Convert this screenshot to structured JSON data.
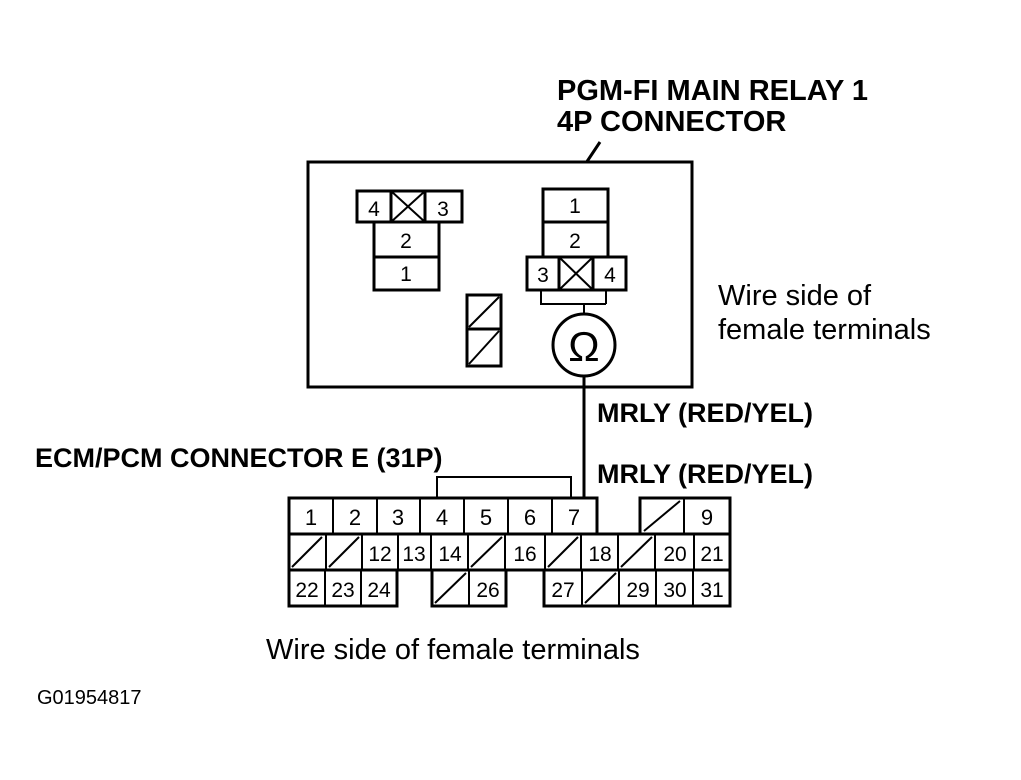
{
  "relay_title_line1": "PGM-FI MAIN RELAY 1",
  "relay_title_line2": "4P CONNECTOR",
  "relay_side_label_line1": "Wire side of",
  "relay_side_label_line2": "female terminals",
  "relay_fuse_socket": {
    "top_row": [
      "4",
      "3"
    ],
    "middle": "2",
    "bottom": "1"
  },
  "relay_connector": {
    "top": "1",
    "middle": "2",
    "bottom_row": [
      "3",
      "4"
    ]
  },
  "meter_symbol": "Ω",
  "wire_label_upper": "MRLY (RED/YEL)",
  "wire_label_lower": "MRLY (RED/YEL)",
  "ecm_title": "ECM/PCM CONNECTOR E (31P)",
  "ecm_rows": {
    "row1": [
      "1",
      "2",
      "3",
      "4",
      "5",
      "6",
      "7",
      "",
      "9"
    ],
    "row2": [
      "",
      "",
      "12",
      "13",
      "14",
      "",
      "16",
      "",
      "18",
      "",
      "20",
      "21"
    ],
    "row3": [
      "22",
      "23",
      "24",
      "",
      "26",
      "27",
      "",
      "29",
      "30",
      "31"
    ]
  },
  "ecm_side_label": "Wire side of female terminals",
  "figure_id": "G01954817"
}
